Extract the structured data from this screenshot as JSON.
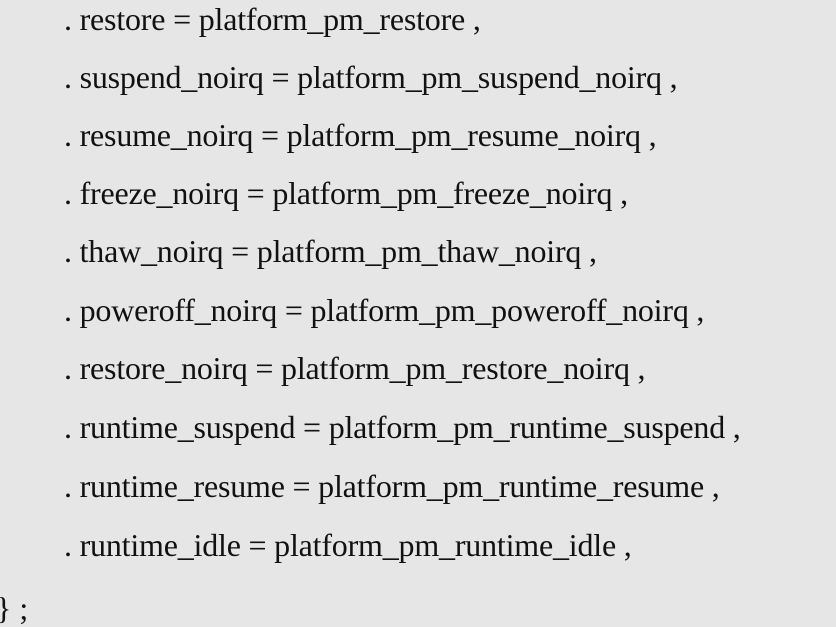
{
  "code": {
    "lines": [
      ". restore = platform_pm_restore ,",
      ". suspend_noirq = platform_pm_suspend_noirq ,",
      ". resume_noirq = platform_pm_resume_noirq ,",
      ". freeze_noirq = platform_pm_freeze_noirq ,",
      ". thaw_noirq = platform_pm_thaw_noirq ,",
      ". poweroff_noirq = platform_pm_poweroff_noirq ,",
      ". restore_noirq = platform_pm_restore_noirq ,",
      ". runtime_suspend = platform_pm_runtime_suspend ,",
      ". runtime_resume = platform_pm_runtime_resume ,",
      ". runtime_idle = platform_pm_runtime_idle ,"
    ],
    "closing": "} ;"
  }
}
